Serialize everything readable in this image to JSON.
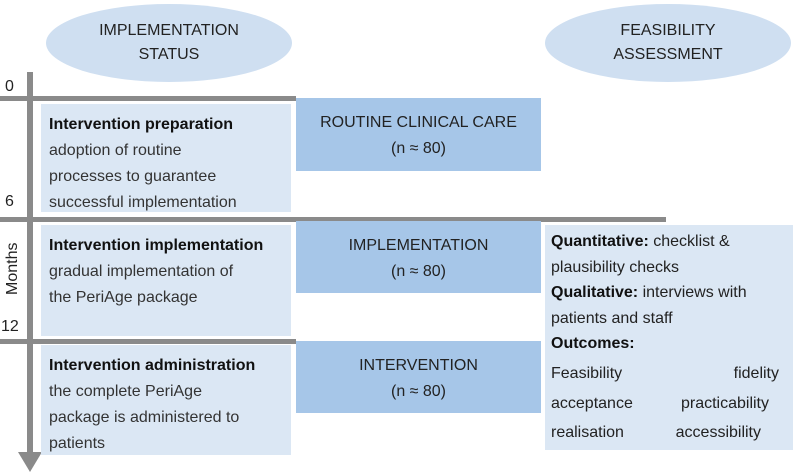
{
  "headers": {
    "implementation_status": [
      "IMPLEMENTATION",
      "STATUS"
    ],
    "feasibility_assessment": [
      "FEASIBILITY",
      "ASSESSMENT"
    ]
  },
  "axis": {
    "label": "Months",
    "ticks": [
      "0",
      "6",
      "12"
    ]
  },
  "status_boxes": [
    {
      "title": "Intervention preparation",
      "lines": [
        "adoption of routine",
        "processes to guarantee",
        "successful implementation"
      ]
    },
    {
      "title": "Intervention implementation",
      "lines": [
        "gradual implementation of",
        "the PeriAge package"
      ]
    },
    {
      "title": "Intervention administration",
      "lines": [
        "the complete PeriAge",
        "package is administered to",
        "patients"
      ]
    }
  ],
  "phases": [
    {
      "name": "ROUTINE CLINICAL CARE",
      "n": "(n ≈ 80)"
    },
    {
      "name": "IMPLEMENTATION",
      "n": "(n ≈ 80)"
    },
    {
      "name": "INTERVENTION",
      "n": "(n ≈ 80)"
    }
  ],
  "assessment": {
    "quantitative_label": "Quantitative:",
    "quantitative_text_1": " checklist &",
    "quantitative_text_2": "plausibility checks",
    "qualitative_label": "Qualitative:",
    "qualitative_text_1": " interviews with",
    "qualitative_text_2": "patients and staff",
    "outcomes_label": "Outcomes:",
    "outcomes": [
      [
        "Feasibility",
        "fidelity"
      ],
      [
        "acceptance",
        "practicability"
      ],
      [
        "realisation",
        "accessibility"
      ]
    ]
  },
  "colors": {
    "ellipse": "#cfdff1",
    "status_box": "#dbe7f4",
    "phase_box": "#a6c6e8",
    "axis": "#8a8a8a"
  }
}
